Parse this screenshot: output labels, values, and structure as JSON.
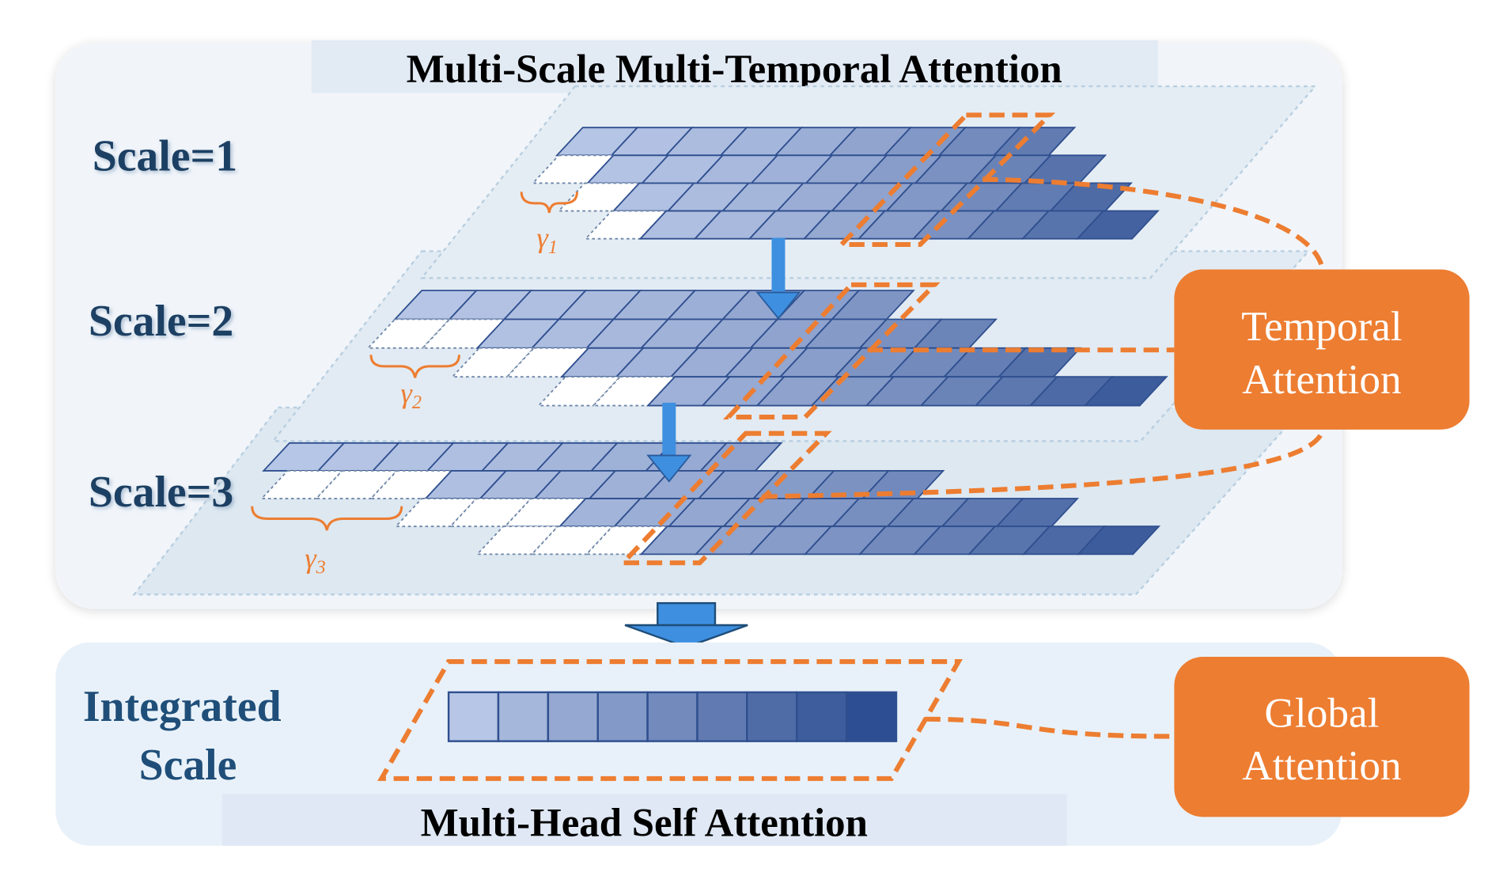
{
  "title": "Multi-Scale Multi-Temporal Attention",
  "bottom_title": "Multi-Head Self Attention",
  "integrated_label": {
    "line1": "Integrated",
    "line2": "Scale"
  },
  "temporal_box": {
    "line1": "Temporal",
    "line2": "Attention"
  },
  "global_box": {
    "line1": "Global",
    "line2": "Attention"
  },
  "colors": {
    "accent_orange": "#ed7d31",
    "cell_light": "#b7c6e6",
    "cell_dark": "#2d4e92",
    "arrow_blue": "#3e8fe0",
    "label_navy": "#1f4e79"
  },
  "scales": [
    {
      "label": "Scale=1",
      "gamma": "γ",
      "gamma_sub": "1",
      "rows": [
        {
          "cells": 9,
          "padding": 0
        },
        {
          "cells": 10,
          "padding": 1
        },
        {
          "cells": 10,
          "padding": 1
        },
        {
          "cells": 10,
          "padding": 1
        }
      ]
    },
    {
      "label": "Scale=2",
      "gamma": "γ",
      "gamma_sub": "2",
      "rows": [
        {
          "cells": 9,
          "padding": 0
        },
        {
          "cells": 11,
          "padding": 2
        },
        {
          "cells": 11,
          "padding": 2
        },
        {
          "cells": 11,
          "padding": 2
        }
      ]
    },
    {
      "label": "Scale=3",
      "gamma": "γ",
      "gamma_sub": "3",
      "rows": [
        {
          "cells": 9,
          "padding": 0
        },
        {
          "cells": 12,
          "padding": 3
        },
        {
          "cells": 12,
          "padding": 3
        },
        {
          "cells": 12,
          "padding": 3
        }
      ]
    }
  ],
  "integrated_cells": 9
}
